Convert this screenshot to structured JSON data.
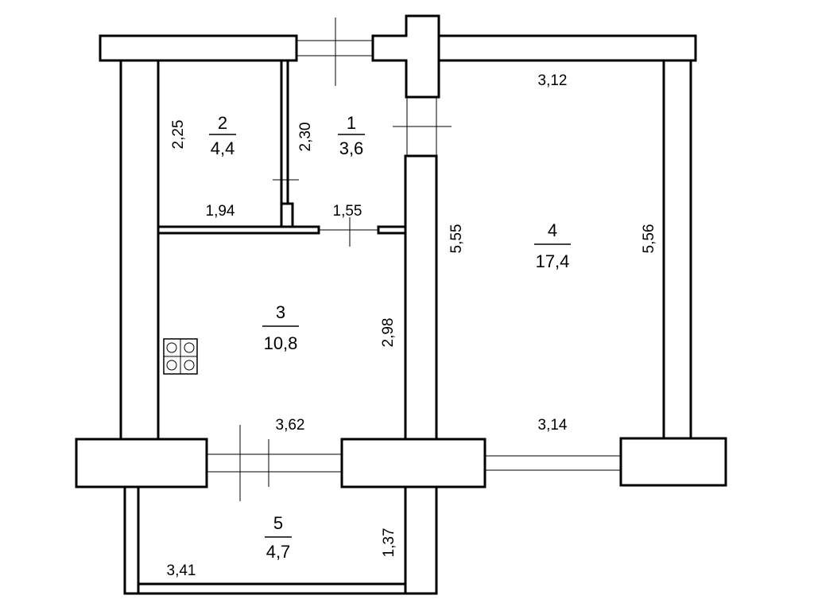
{
  "rooms": [
    {
      "number": "1",
      "area": "3,6"
    },
    {
      "number": "2",
      "area": "4,4"
    },
    {
      "number": "3",
      "area": "10,8"
    },
    {
      "number": "4",
      "area": "17,4"
    },
    {
      "number": "5",
      "area": "4,7"
    }
  ],
  "dimensions": {
    "r4_top": "3,12",
    "r4_right": "5,56",
    "r4_left": "5,55",
    "r4_bottom": "3,14",
    "r2_left": "2,25",
    "r2_bottom": "1,94",
    "r1_left": "2,30",
    "r1_bottom": "1,55",
    "r3_right": "2,98",
    "r3_bottom": "3,62",
    "r5_right": "1,37",
    "r5_bottom": "3,41"
  },
  "icons": {
    "stove": "stove-icon"
  }
}
